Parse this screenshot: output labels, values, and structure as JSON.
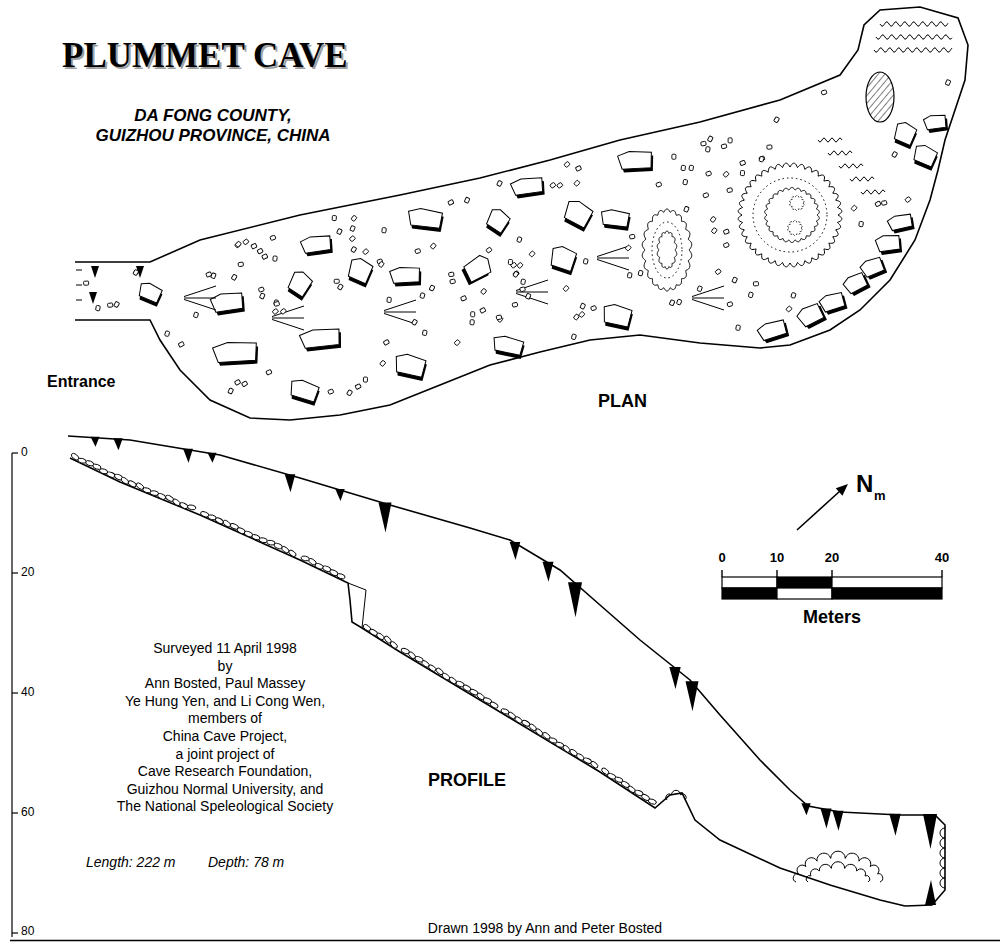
{
  "diagram": {
    "title": "PLUMMET CAVE",
    "labels": [
      "DA FONG COUNTY, GUIZHOU PROVINCE, CHINA",
      "Entrance",
      "PLAN",
      "N",
      "m",
      "0",
      "10",
      "20",
      "40",
      "Meters",
      "0",
      "20",
      "40",
      "60",
      "80",
      "Surveyed 11 April 1998 by Ann Bosted, Paul Massey Ye Hung Yen, and Li Cong Wen, members of China Cave Project, a joint project of Cave Research Foundation, Guizhou Normal University, and The National Speleological Society",
      "PROFILE",
      "Length: 222 m",
      "Depth: 78 m",
      "Drawn 1998 by Ann and Peter Bosted"
    ]
  }
}
